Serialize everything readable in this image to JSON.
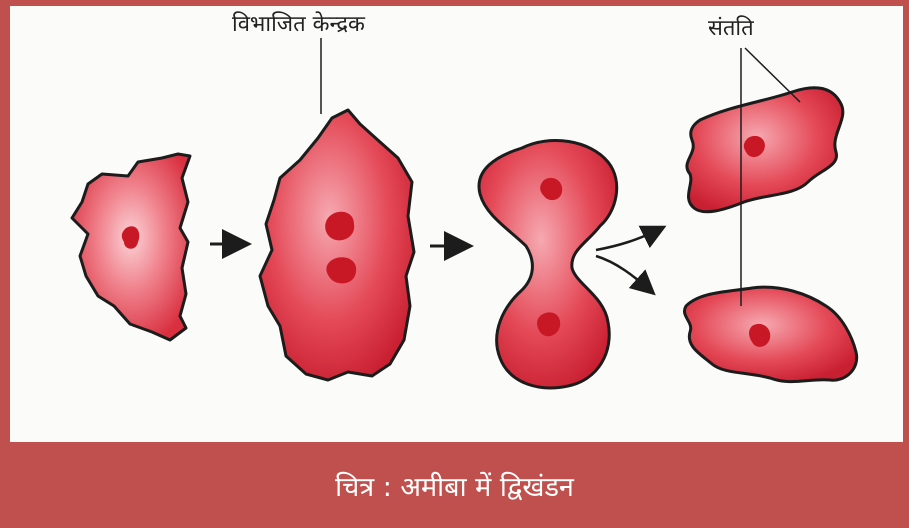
{
  "labels": {
    "nucleus_dividing": "विभाजित केन्द्रक",
    "offspring": "संतति"
  },
  "caption": "चित्र : अमीबा में द्विखंडन",
  "colors": {
    "border": "#c0504d",
    "cell_fill": "#e2434f",
    "cell_light": "#f7b9c0",
    "nucleus": "#c81826",
    "outline": "#1c1c1c"
  }
}
